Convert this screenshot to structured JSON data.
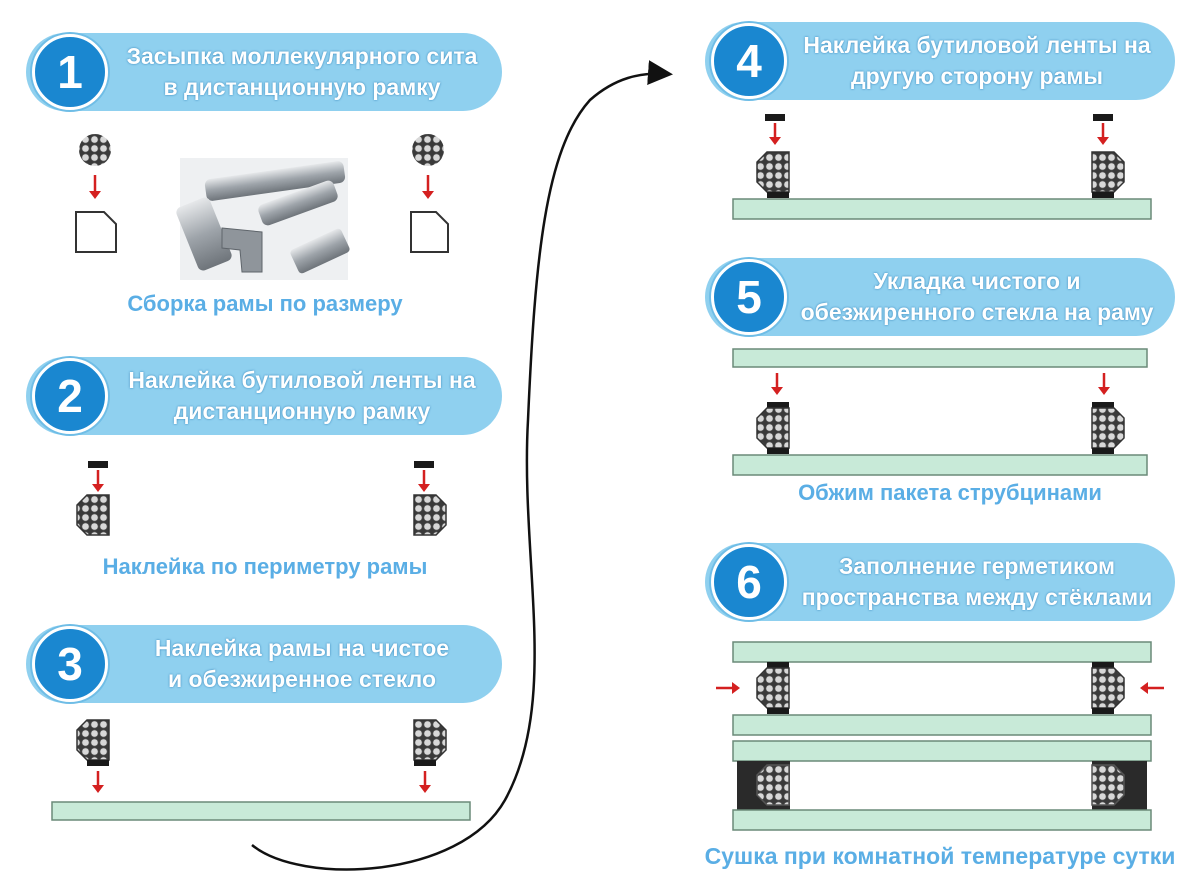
{
  "steps": [
    {
      "number": "1",
      "title_line1": "Засыпка моллекулярного сита",
      "title_line2": "в дистанционную рамку",
      "caption": "Сборка рамы по размеру"
    },
    {
      "number": "2",
      "title_line1": "Наклейка бутиловой ленты на",
      "title_line2": "дистанционную рамку",
      "caption": "Наклейка по периметру рамы"
    },
    {
      "number": "3",
      "title_line1": "Наклейка рамы на чистое",
      "title_line2": "и обезжиренное стекло",
      "caption": ""
    },
    {
      "number": "4",
      "title_line1": "Наклейка бутиловой ленты на",
      "title_line2": "другую сторону рамы",
      "caption": ""
    },
    {
      "number": "5",
      "title_line1": "Укладка чистого и",
      "title_line2": "обезжиренного стекла на раму",
      "caption": "Обжим пакета струбцинами"
    },
    {
      "number": "6",
      "title_line1": "Заполнение герметиком",
      "title_line2": "пространства между стёклами",
      "caption": "Сушка при комнатной температуре сутки"
    }
  ],
  "colors": {
    "pill": "#8fd0ef",
    "badge": "#1a87d0",
    "caption": "#5aaee5",
    "glass": "#c8ead8",
    "arrow": "#d42020",
    "butyl": "#1a1a1a"
  },
  "icons": [
    "down-arrow-icon",
    "left-arrow-icon",
    "right-arrow-icon",
    "molecular-sieve-icon",
    "spacer-frame-icon"
  ]
}
